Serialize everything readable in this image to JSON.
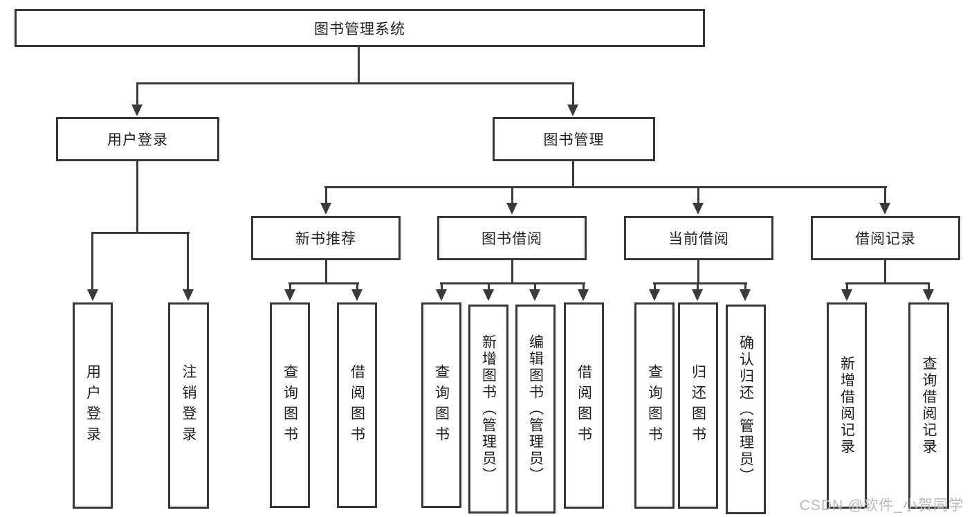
{
  "tree": {
    "label": "图书管理系统",
    "children": [
      {
        "label": "用户登录",
        "children": [
          {
            "label": "用户登录"
          },
          {
            "label": "注销登录"
          }
        ]
      },
      {
        "label": "图书管理",
        "children": [
          {
            "label": "新书推荐",
            "children": [
              {
                "label": "查询图书"
              },
              {
                "label": "借阅图书"
              }
            ]
          },
          {
            "label": "图书借阅",
            "children": [
              {
                "label": "查询图书"
              },
              {
                "label": "新增图书（管理员）"
              },
              {
                "label": "编辑图书（管理员）"
              },
              {
                "label": "借阅图书"
              }
            ]
          },
          {
            "label": "当前借阅",
            "children": [
              {
                "label": "查询图书"
              },
              {
                "label": "归还图书"
              },
              {
                "label": "确认归还（管理员）"
              }
            ]
          },
          {
            "label": "借阅记录",
            "children": [
              {
                "label": "新增借阅记录"
              },
              {
                "label": "查询借阅记录"
              }
            ]
          }
        ]
      }
    ]
  },
  "watermark": "CSDN @软件_小贺同学",
  "colors": {
    "line": "#3a3a3a",
    "text": "#1f1f1f",
    "watermark": "#b9b9b9"
  }
}
